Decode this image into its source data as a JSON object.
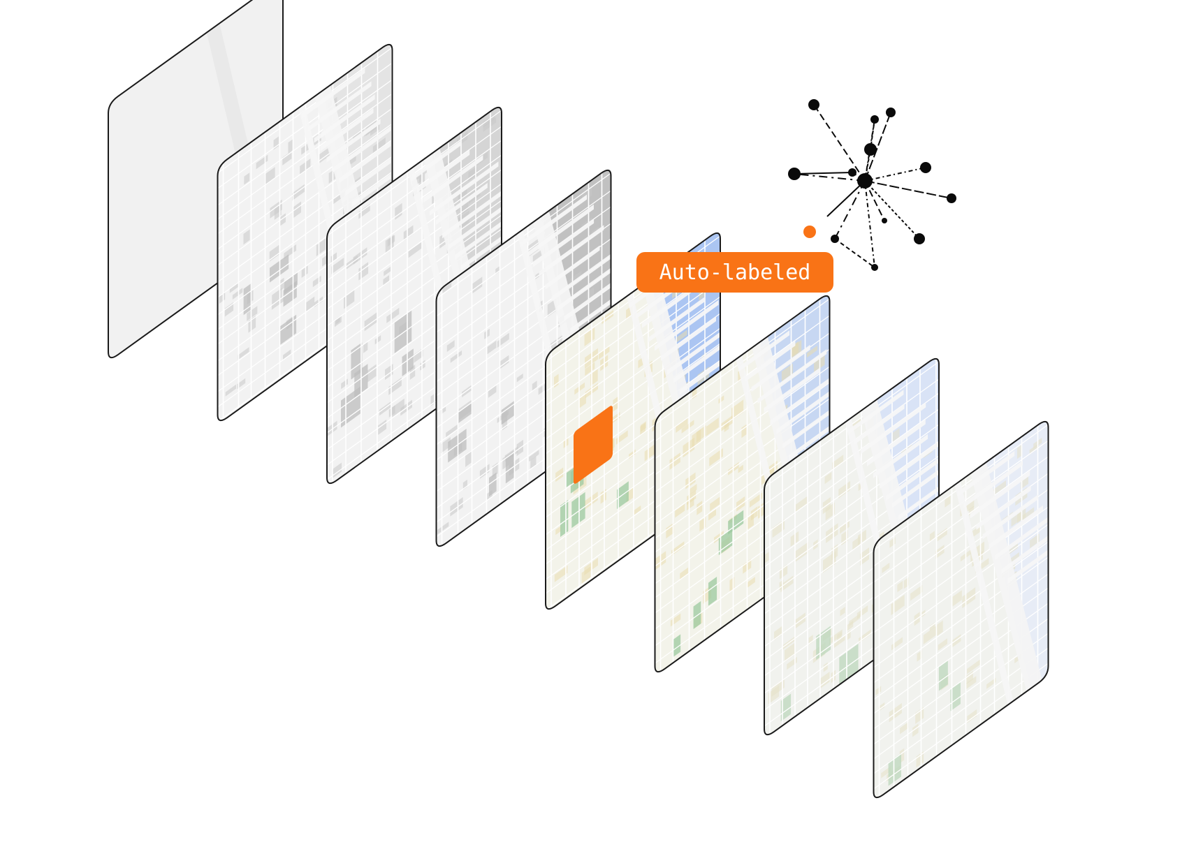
{
  "badge": {
    "label": "Auto-labeled",
    "color": "#F97316"
  },
  "layers": [
    {
      "tint": "#F1F1F1",
      "kind": "blank"
    },
    {
      "tint": "#E3E3E3",
      "kind": "map-gray"
    },
    {
      "tint": "#D3D3D3",
      "kind": "map-gray"
    },
    {
      "tint": "#BEBEBE",
      "kind": "map-gray"
    },
    {
      "tint": "#A6C2F2",
      "kind": "map-color",
      "highlight": true
    },
    {
      "tint": "#C4D5F2",
      "kind": "map-color"
    },
    {
      "tint": "#D7E1F5",
      "kind": "map-faded"
    },
    {
      "tint": "#E6EBF6",
      "kind": "map-faded"
    }
  ],
  "colors": {
    "stroke": "#1a1a1a",
    "accent": "#F97316",
    "node": "#0a0a0a"
  },
  "network": {
    "icon": "node-network-icon"
  }
}
